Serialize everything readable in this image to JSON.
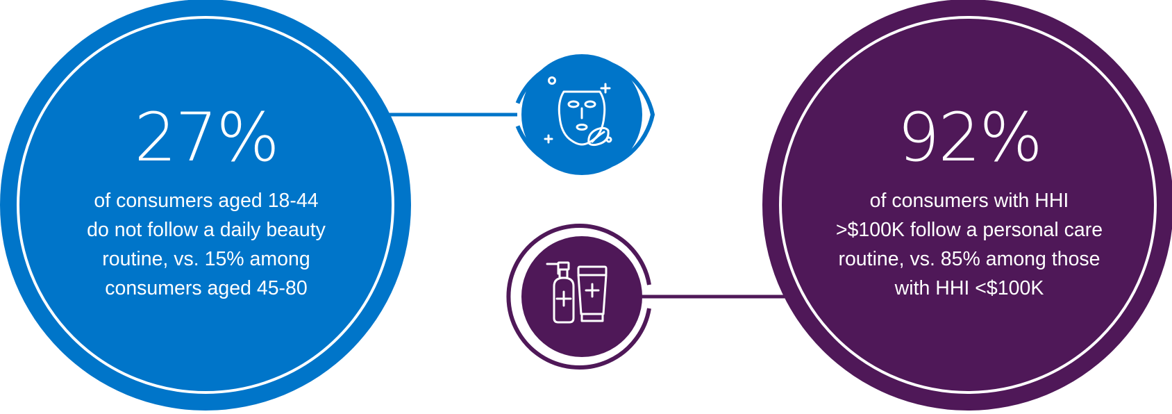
{
  "colors": {
    "blue": "#0075C9",
    "purple": "#4F1858",
    "white": "#FFFFFF"
  },
  "left_stat": {
    "percent": "27%",
    "lines": [
      "of consumers aged 18-44",
      "do not follow a daily beauty",
      "routine, vs. 15% among",
      "consumers aged 45-80"
    ]
  },
  "right_stat": {
    "percent": "92%",
    "lines": [
      "of consumers with HHI",
      ">$100K follow a personal care",
      "routine, vs. 85% among those",
      "with HHI <$100K"
    ]
  },
  "icons": {
    "top": "face-mask-icon",
    "bottom": "personal-care-products-icon"
  }
}
